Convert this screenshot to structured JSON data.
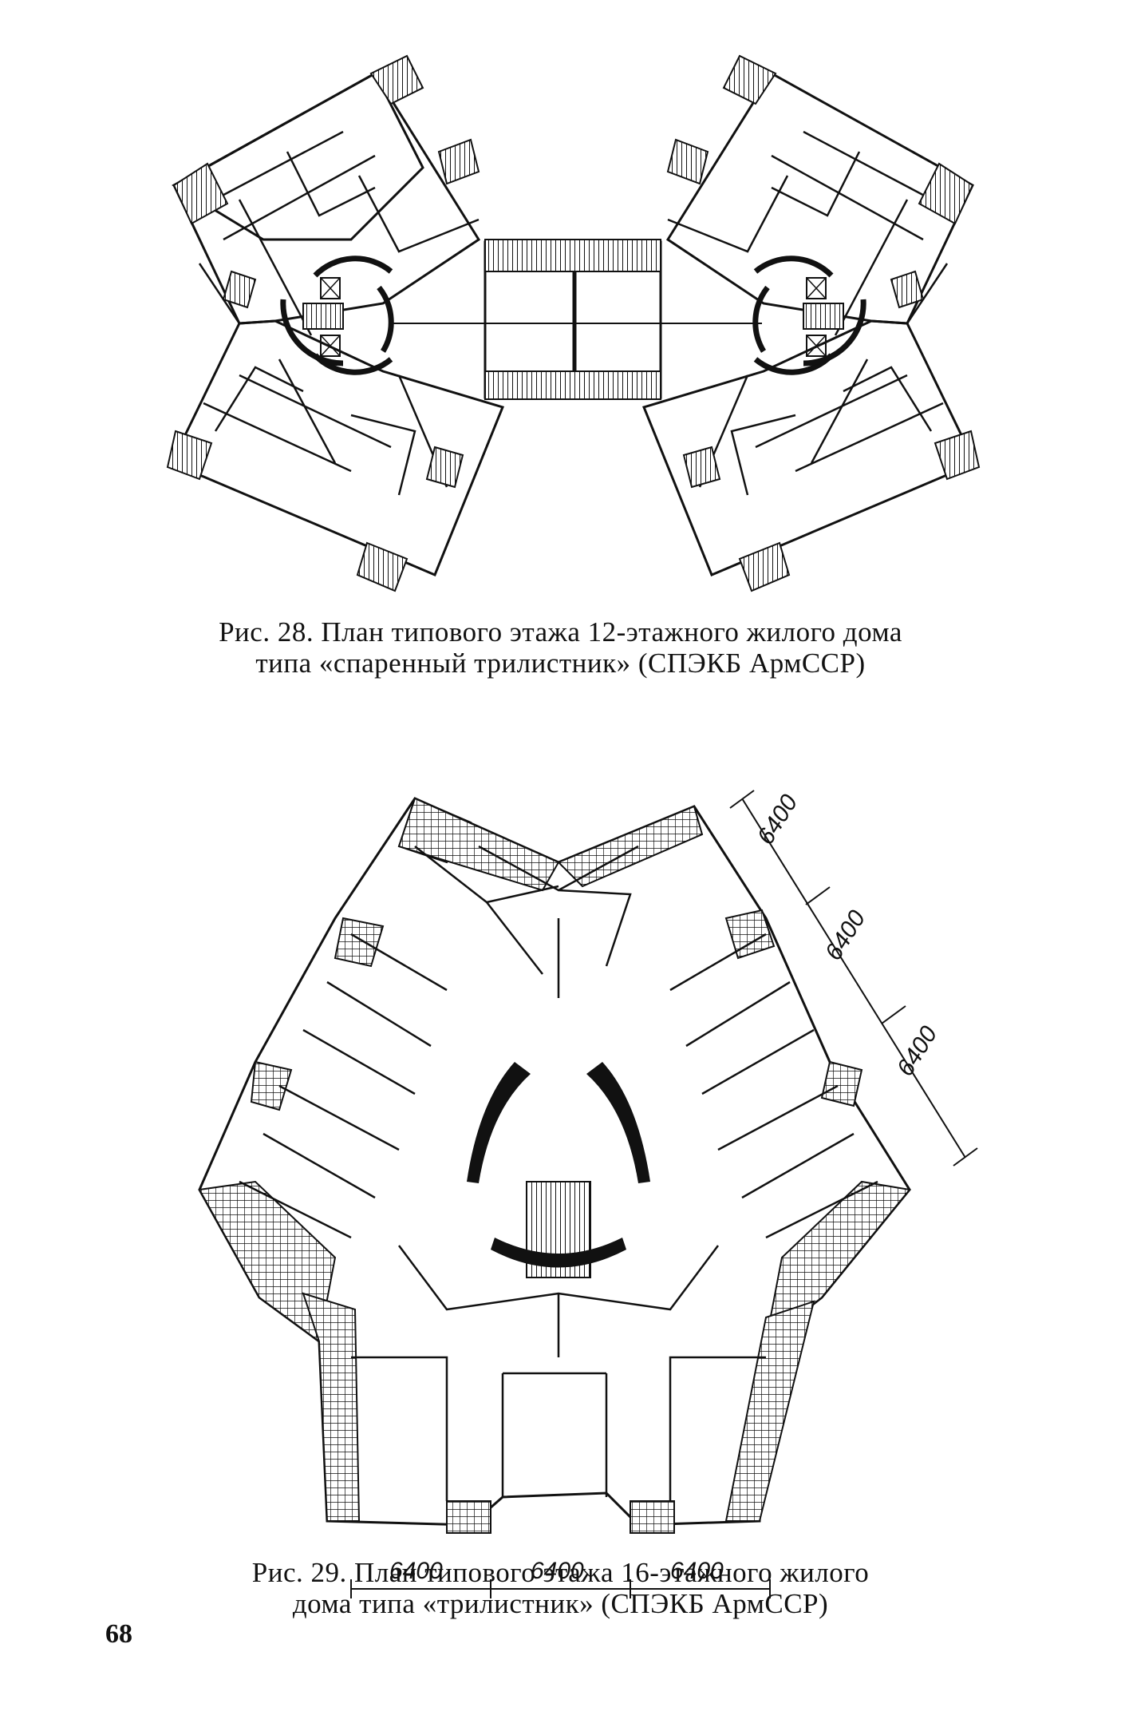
{
  "figure28": {
    "caption_line1": "Рис. 28. План типового этажа 12-этажного жилого дома",
    "caption_line2": "типа «спаренный трилистник» (СПЭКБ АрмССР)"
  },
  "figure29": {
    "dimensions_right": [
      "6400",
      "6400",
      "6400"
    ],
    "dimensions_bottom": [
      "6400",
      "6400",
      "6400"
    ],
    "caption_line1": "Рис. 29. План типового этажа 16-этажного жилого",
    "caption_line2": "дома типа «трилистник» (СПЭКБ АрмССР)"
  },
  "page_number": "68"
}
